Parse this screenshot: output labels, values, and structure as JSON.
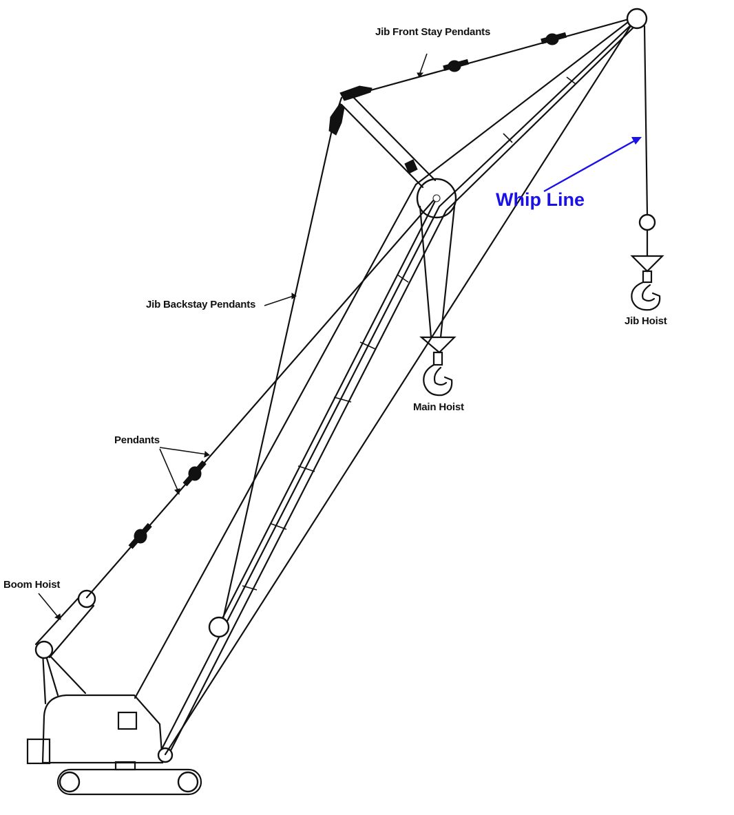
{
  "labels": {
    "jib_front_stay": "Jib Front Stay Pendants",
    "jib_backstay": "Jib Backstay Pendants",
    "pendants": "Pendants",
    "boom_hoist": "Boom Hoist",
    "main_hoist": "Main Hoist",
    "jib_hoist": "Jib Hoist",
    "whip_line": "Whip Line"
  },
  "colors": {
    "line": "#111111",
    "whip_line": "#1a10e8",
    "background": "#ffffff"
  }
}
